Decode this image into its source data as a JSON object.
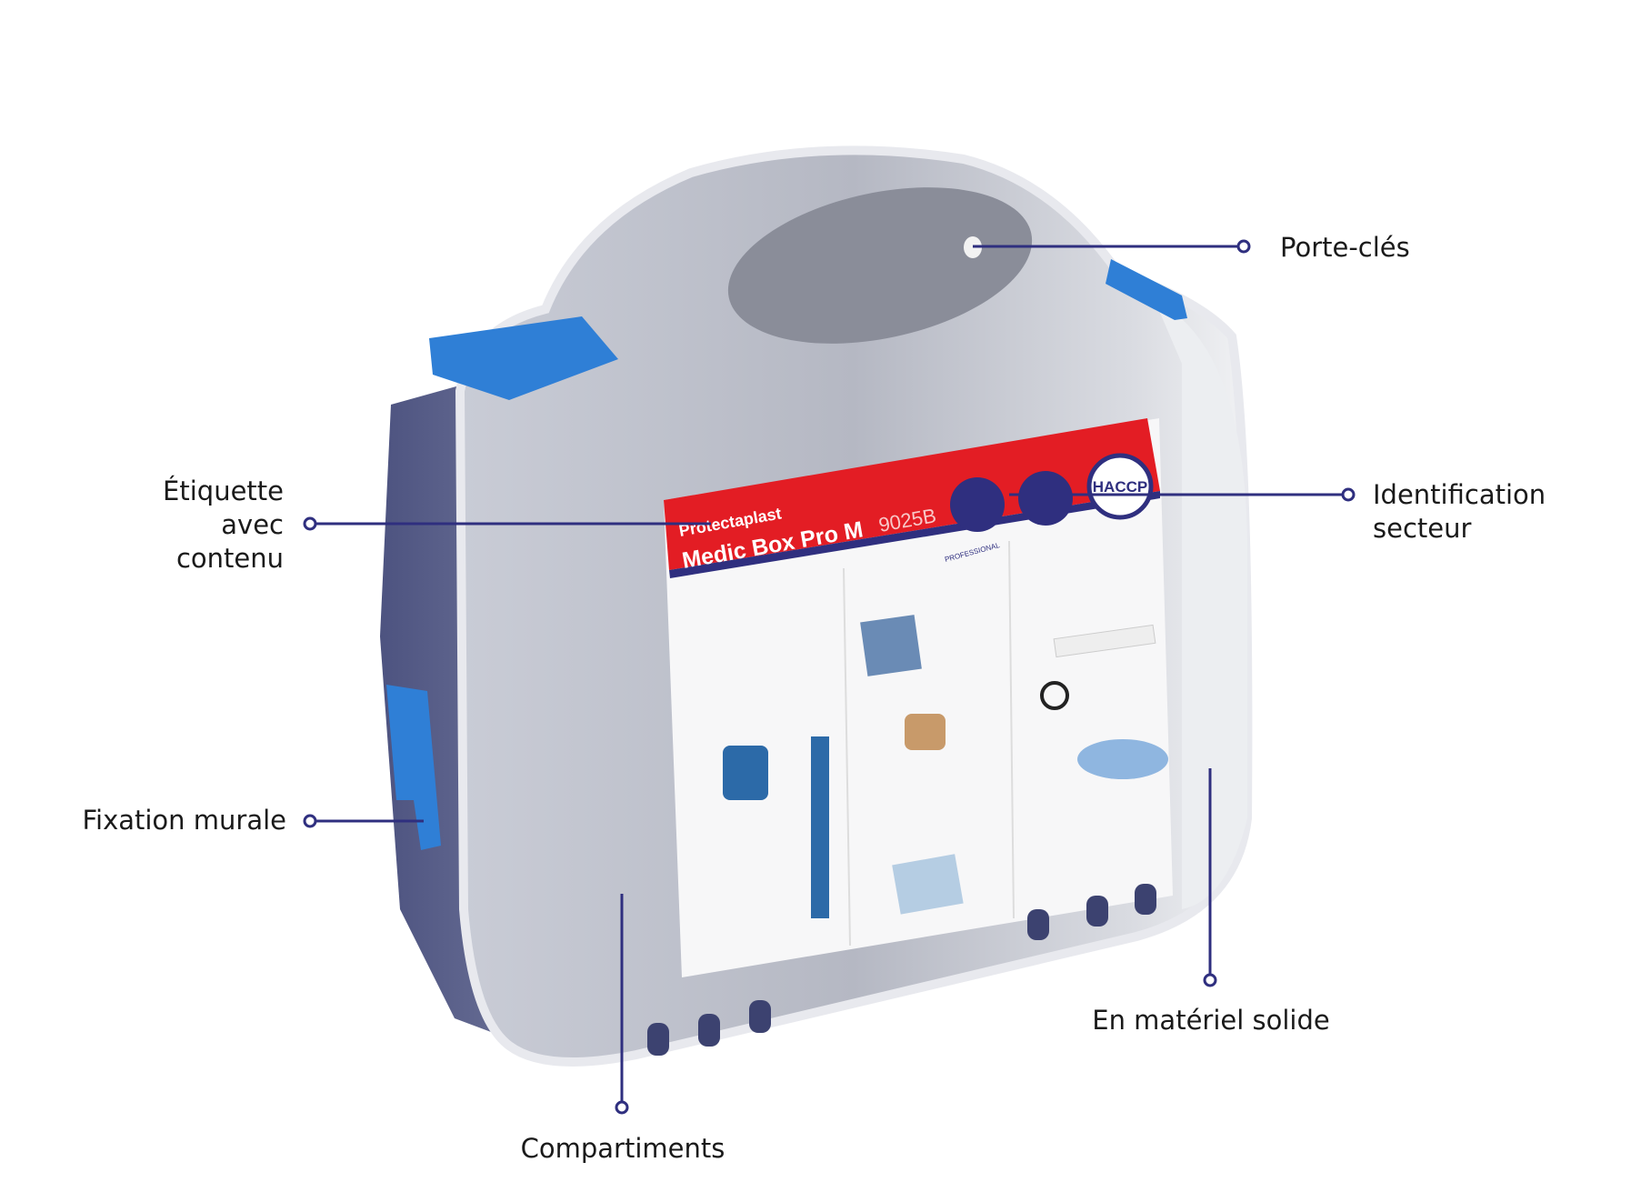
{
  "product_label": {
    "brand": "Protectaplast",
    "product_name": "Medic Box Pro M",
    "product_code": "9025B",
    "badge_professional": "PROFESSIONAL",
    "badge_haccp": "HACCP"
  },
  "callouts": {
    "keyring": "Porte-clés",
    "sector_id": [
      "Identification",
      "secteur"
    ],
    "content_label": [
      "Étiquette",
      "avec",
      "contenu"
    ],
    "wall_mount": "Fixation murale",
    "solid_material": "En matériel solide",
    "compartments": "Compartiments"
  },
  "colors": {
    "callout_line": "#2f2f7f",
    "label_red": "#e31d24",
    "clasp_blue": "#2f7fd6",
    "side_navy": "#5b6189"
  }
}
